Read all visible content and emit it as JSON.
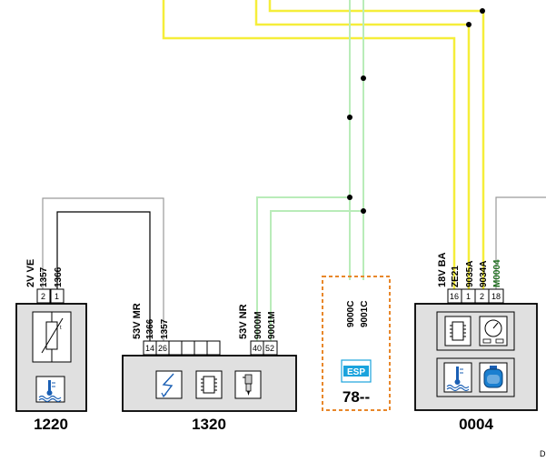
{
  "colors": {
    "yellow_wire": "#f5ee3a",
    "green_wire": "#b9ecb9",
    "grey_wire": "#9a9a9a",
    "black_wire": "#000000",
    "dark_green_text": "#1e6e1e",
    "esp_blue": "#1aa3dd",
    "dashed_orange": "#e8872a"
  },
  "components": {
    "c1220": {
      "id": "1220",
      "harness": "2V VE",
      "wires": [
        "1357",
        "1366"
      ],
      "pins": [
        "2",
        "1"
      ],
      "icons": [
        "temperature-sensor-icon",
        "coolant-temperature-icon"
      ]
    },
    "c1320": {
      "id": "1320",
      "conn_mr": {
        "harness": "53V MR",
        "wires": [
          "1366",
          "1357"
        ],
        "pins": [
          "14",
          "26"
        ]
      },
      "conn_nr": {
        "harness": "53V NR",
        "wires": [
          "9000M",
          "9001M"
        ],
        "pins": [
          "40",
          "52"
        ]
      },
      "icons": [
        "ignition-icon",
        "ecu-chip-icon",
        "injector-icon"
      ]
    },
    "c78": {
      "id": "78--",
      "wires": [
        "9000C",
        "9001C"
      ],
      "badge": "ESP"
    },
    "c0004": {
      "id": "0004",
      "harness": "18V BA",
      "wires": [
        "ZE21",
        "9035A",
        "9034A",
        "M0004"
      ],
      "pins": [
        "16",
        "1",
        "2",
        "18"
      ],
      "icons": [
        "ecu-chip-icon",
        "gauge-icon",
        "coolant-temperature-icon",
        "coolant-reservoir-icon"
      ]
    }
  },
  "corner_label": "D"
}
